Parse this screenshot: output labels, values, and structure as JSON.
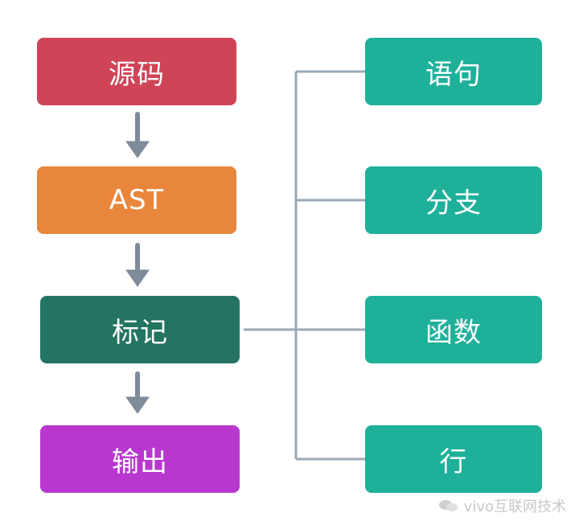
{
  "pipeline": {
    "source": "源码",
    "ast": "AST",
    "mark": "标记",
    "output": "输出"
  },
  "categories": {
    "statement": "语句",
    "branch": "分支",
    "function": "函数",
    "line": "行"
  },
  "colors": {
    "source": "#d04457",
    "ast": "#e8863b",
    "mark": "#247462",
    "output": "#b838cf",
    "category": "#1fb09a",
    "connector": "#9aa8b4",
    "arrow": "#7f8b98"
  },
  "watermark": {
    "text": "vivo互联网技术"
  }
}
